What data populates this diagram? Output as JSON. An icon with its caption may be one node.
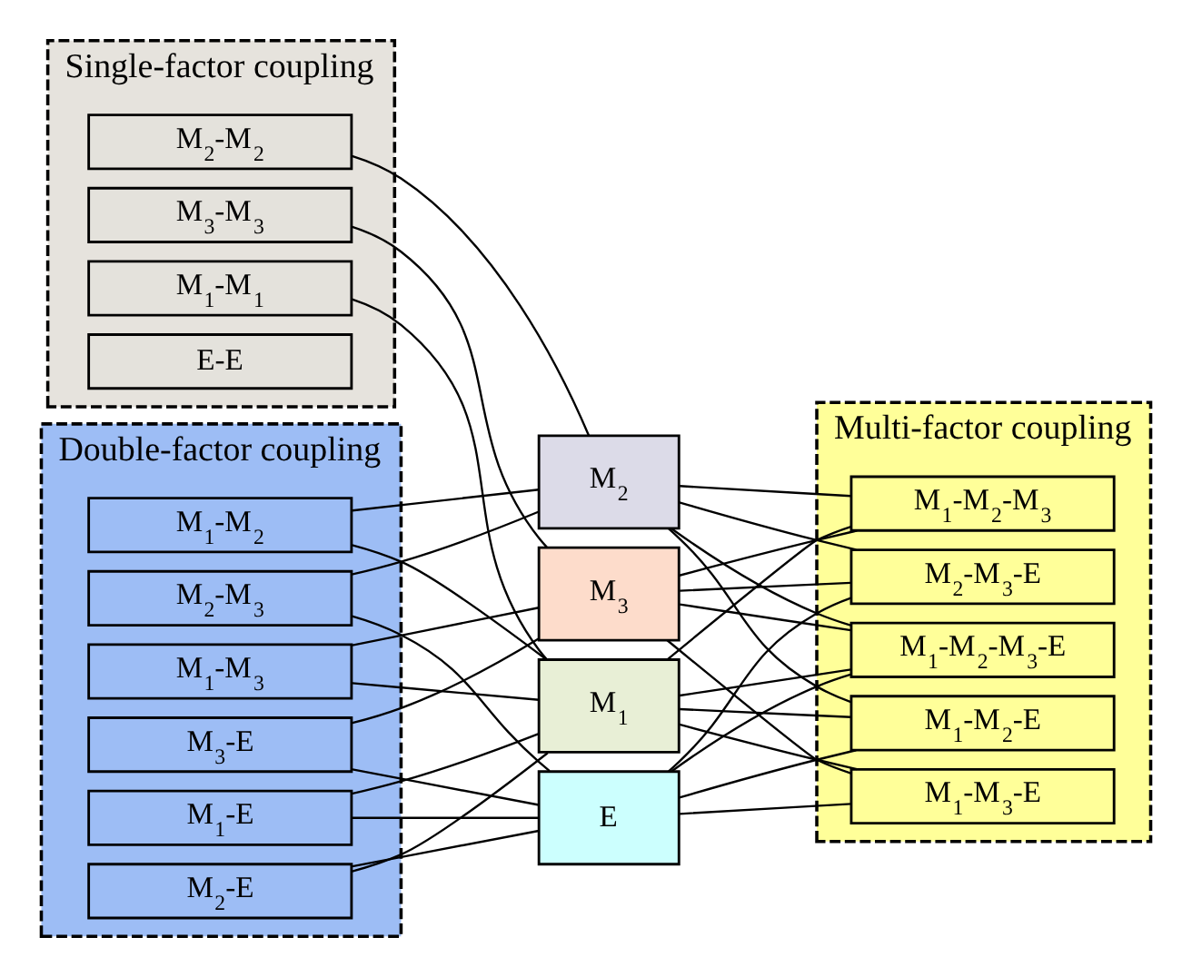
{
  "diagram": {
    "nodes": [
      {
        "text": [
          "Single-factor coupling"
        ]
      },
      {
        "text": [
          "M$_{1}$-M$_{1}$"
        ],
        "in": 0
      },
      {
        "text": [
          "M$_{2}$-M$_{2}$"
        ],
        "in": 0
      },
      {
        "text": [
          "M$_{3}$-M$_{3}$"
        ],
        "in": 0
      },
      {
        "text": [
          "E-E"
        ],
        "in": 0
      },
      {
        "text": [
          "Double-factor coupling"
        ]
      },
      {
        "text": [
          "M$_{1}$-M$_{2}$"
        ],
        "in": 5
      },
      {
        "text": [
          "M$_{1}$-M$_{3}$"
        ],
        "in": 5
      },
      {
        "text": [
          "M$_{1}$-E"
        ],
        "in": 5
      },
      {
        "text": [
          "M$_{2}$-M$_{3}$"
        ],
        "in": 5
      },
      {
        "text": [
          "M$_{2}$-E"
        ],
        "in": 5
      },
      {
        "text": [
          "M$_{3}$-E"
        ],
        "in": 5
      },
      {
        "text": [
          "M$_{1}$"
        ]
      },
      {
        "text": [
          "M$_{2}$"
        ]
      },
      {
        "text": [
          "M$_{3}$"
        ]
      },
      {
        "text": [
          "E"
        ]
      },
      {
        "text": [
          "Multi-factor coupling"
        ]
      },
      {
        "text": [
          "M$_{1}$-M$_{2}$-M$_{3}$"
        ],
        "in": 16
      },
      {
        "text": [
          "M$_{1}$-M$_{2}$-E"
        ],
        "in": 16
      },
      {
        "text": [
          "M$_{1}$-M$_{3}$-E"
        ],
        "in": 16
      },
      {
        "text": [
          "M$_{2}$-M$_{3}$-E"
        ],
        "in": 16
      },
      {
        "text": [
          "M$_{1}$-M$_{2}$-M$_{3}$-E"
        ],
        "in": 16
      }
    ],
    "edges": [
      {
        "from": 1,
        "to": 12,
        "arrow": "none"
      },
      {
        "from": 2,
        "to": 13,
        "arrow": "none"
      },
      {
        "from": 3,
        "to": 14,
        "arrow": "none"
      },
      {
        "from": 6,
        "to": 12,
        "arrow": "none"
      },
      {
        "from": 6,
        "to": 13,
        "arrow": "none"
      },
      {
        "from": 7,
        "to": 12,
        "arrow": "none"
      },
      {
        "from": 7,
        "to": 14,
        "arrow": "none"
      },
      {
        "from": 8,
        "to": 12,
        "arrow": "none"
      },
      {
        "from": 8,
        "to": 15,
        "arrow": "none"
      },
      {
        "from": 9,
        "to": 13,
        "arrow": "none"
      },
      {
        "from": 9,
        "to": 15,
        "arrow": "none"
      },
      {
        "from": 10,
        "to": 12,
        "arrow": "none"
      },
      {
        "from": 10,
        "to": 15,
        "arrow": "none"
      },
      {
        "from": 11,
        "to": 14,
        "arrow": "none"
      },
      {
        "from": 11,
        "to": 15,
        "arrow": "none"
      },
      {
        "from": 12,
        "to": 17,
        "arrow": "none"
      },
      {
        "from": 12,
        "to": 18,
        "arrow": "none"
      },
      {
        "from": 12,
        "to": 19,
        "arrow": "none"
      },
      {
        "from": 12,
        "to": 21,
        "arrow": "none"
      },
      {
        "from": 13,
        "to": 17,
        "arrow": "none"
      },
      {
        "from": 13,
        "to": 18,
        "arrow": "none"
      },
      {
        "from": 13,
        "to": 20,
        "arrow": "none"
      },
      {
        "from": 13,
        "to": 21,
        "arrow": "none"
      },
      {
        "from": 14,
        "to": 17,
        "arrow": "none"
      },
      {
        "from": 14,
        "to": 19,
        "arrow": "none"
      },
      {
        "from": 14,
        "to": 20,
        "arrow": "none"
      },
      {
        "from": 14,
        "to": 21,
        "arrow": "none"
      },
      {
        "from": 15,
        "to": 18,
        "arrow": "none"
      },
      {
        "from": 15,
        "to": 19,
        "arrow": "none"
      },
      {
        "from": 15,
        "to": 20,
        "arrow": "none"
      },
      {
        "from": 15,
        "to": 21,
        "arrow": "none"
      }
    ]
  }
}
